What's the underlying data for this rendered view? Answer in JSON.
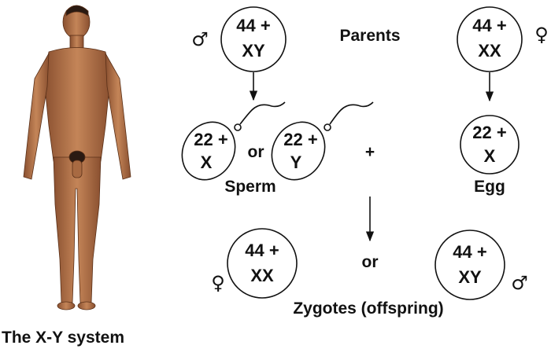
{
  "caption": "The X-Y system",
  "parents": {
    "label": "Parents",
    "father": {
      "line1": "44 +",
      "line2": "XY",
      "symbol": "♂"
    },
    "mother": {
      "line1": "44 +",
      "line2": "XX",
      "symbol": "♀"
    }
  },
  "gametes": {
    "sperm_label": "Sperm",
    "sperm_x": {
      "line1": "22 +",
      "line2": "X"
    },
    "sperm_y": {
      "line1": "22 +",
      "line2": "Y"
    },
    "or": "or",
    "plus": "+",
    "egg_label": "Egg",
    "egg": {
      "line1": "22 +",
      "line2": "X"
    }
  },
  "zygotes": {
    "label": "Zygotes (offspring)",
    "or": "or",
    "female": {
      "line1": "44 +",
      "line2": "XX",
      "symbol": "♀"
    },
    "male": {
      "line1": "44 +",
      "line2": "XY",
      "symbol": "♂"
    }
  },
  "colors": {
    "skin": "#b5754a",
    "skin_dark": "#8a5030",
    "hair": "#2a1a12"
  }
}
